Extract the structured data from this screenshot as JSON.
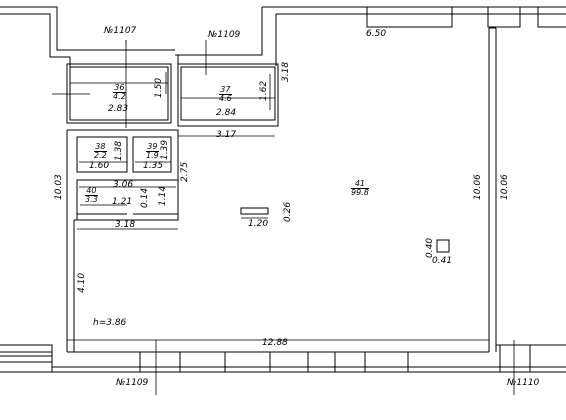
{
  "axes": {
    "top_left": "№1107",
    "top_mid": "№1109",
    "bottom_left": "№1109",
    "bottom_right": "№1110"
  },
  "rooms": [
    {
      "id": "36",
      "area": "4.2"
    },
    {
      "id": "37",
      "area": "4.6"
    },
    {
      "id": "38",
      "area": "2.2"
    },
    {
      "id": "39",
      "area": "1.9"
    },
    {
      "id": "40",
      "area": "3.3"
    },
    {
      "id": "41",
      "area": "99.8"
    }
  ],
  "dims": {
    "top_width": "6.50",
    "r36_width": "2.83",
    "r36_height": "1.50",
    "r37_width": "2.84",
    "r37_height": "1.62",
    "r37_side": "3.18",
    "mid_317": "3.17",
    "r38_width": "1.60",
    "r38_height": "1.38",
    "r39_width": "1.35",
    "r39_height": "1.39",
    "corr_306": "3.06",
    "corr_275": "2.75",
    "r40_width": "1.21",
    "r40_h1": "0.14",
    "r40_h2": "1.14",
    "bottom_318": "3.18",
    "left_height": "10.03",
    "right_inner": "10.06",
    "right_outer": "10.06",
    "left_lower": "4.10",
    "bar_width": "1.20",
    "bar_height": "0.26",
    "col_h": "0.40",
    "col_w": "0.41",
    "bottom_width": "12.88",
    "ceiling": "h=3.86"
  }
}
